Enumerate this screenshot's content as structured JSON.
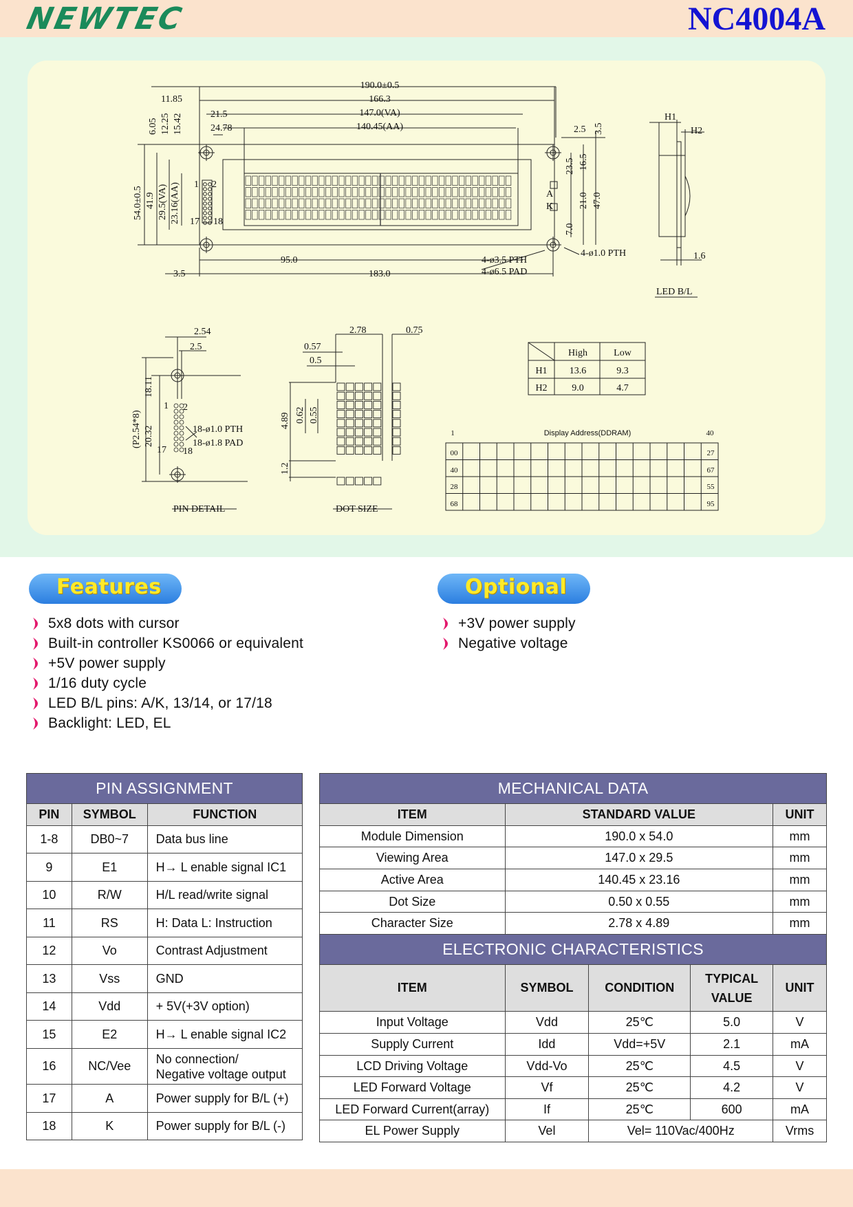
{
  "header": {
    "logo_text": "NEWTEC",
    "model": "NC4004A"
  },
  "drawing": {
    "outline_dims": {
      "overall_width": "190.0±0.5",
      "pcb_holes": "166.3",
      "viewing_area": "147.0(VA)",
      "active_area": "140.45(AA)",
      "left_11_85": "11.85",
      "left_21_5": "21.5",
      "left_24_78": "24.78",
      "v_6_05": "6.05",
      "v_12_25": "12.25",
      "v_15_42": "15.42",
      "height": "54.0±0.5",
      "h_41_9": "41.9",
      "h_va": "29.5(VA)",
      "h_aa": "23.16(AA)",
      "pin1": "1",
      "pin2": "2",
      "pin17": "17",
      "pin18": "18",
      "r_2_5": "2.5",
      "r_3_5": "3.5",
      "r_23_5": "23.5",
      "r_16_5": "16.5",
      "r_21_0": "21.0",
      "r_47_0": "47.0",
      "r_7_0": "7.0",
      "pin_a": "A",
      "pin_k": "K",
      "pth_hole": "4-ø1.0 PTH",
      "b_95": "95.0",
      "b_3_5": "3.5",
      "b_183": "183.0",
      "pth_mount": "4-ø3.5 PTH",
      "pad_mount": "4-ø6.5 PAD"
    },
    "side": {
      "h1": "H1",
      "h2": "H2",
      "t_1_6": "1.6",
      "caption": "LED B/L"
    },
    "pin_detail": {
      "d_2_54": "2.54",
      "d_2_5": "2.5",
      "d_18_11": "18.11",
      "d_20_32": "20.32",
      "pitch": "(P2.54*8)",
      "pin1": "1",
      "pin2": "2",
      "pin17": "17",
      "pin18": "18",
      "pth": "18-ø1.0 PTH",
      "pad": "18-ø1.8 PAD",
      "caption": "PIN DETAIL"
    },
    "dot_size": {
      "d_2_78": "2.78",
      "d_0_75": "0.75",
      "d_0_57": "0.57",
      "d_0_5": "0.5",
      "d_4_89": "4.89",
      "d_0_62": "0.62",
      "d_0_55": "0.55",
      "d_1_2": "1.2",
      "caption": "DOT SIZE"
    },
    "hl_table": {
      "head_high": "High",
      "head_low": "Low",
      "rows": [
        {
          "label": "H1",
          "high": "13.6",
          "low": "9.3"
        },
        {
          "label": "H2",
          "high": "9.0",
          "low": "4.7"
        }
      ]
    },
    "ddram": {
      "title": "Display Address(DDRAM)",
      "col_first": "1",
      "col_last": "40",
      "rows": [
        {
          "start": "00",
          "end": "27"
        },
        {
          "start": "40",
          "end": "67"
        },
        {
          "start": "28",
          "end": "55"
        },
        {
          "start": "68",
          "end": "95"
        }
      ]
    }
  },
  "features": {
    "title": "Features",
    "items": [
      "5x8 dots with cursor",
      "Built-in controller KS0066 or equivalent",
      "+5V power supply",
      "1/16 duty cycle",
      "LED B/L pins: A/K, 13/14, or 17/18",
      "Backlight: LED, EL"
    ]
  },
  "optional": {
    "title": "Optional",
    "items": [
      "+3V power supply",
      "Negative voltage"
    ]
  },
  "pin_assignment": {
    "title": "PIN ASSIGNMENT",
    "headers": [
      "PIN",
      "SYMBOL",
      "FUNCTION"
    ],
    "rows": [
      {
        "pin": "1-8",
        "symbol": "DB0~7",
        "function": "Data bus line"
      },
      {
        "pin": "9",
        "symbol": "E1",
        "function": "H→ L enable signal IC1"
      },
      {
        "pin": "10",
        "symbol": "R/W",
        "function": "H/L read/write signal"
      },
      {
        "pin": "11",
        "symbol": "RS",
        "function": "H: Data L: Instruction"
      },
      {
        "pin": "12",
        "symbol": "Vo",
        "function": "Contrast Adjustment"
      },
      {
        "pin": "13",
        "symbol": "Vss",
        "function": "GND"
      },
      {
        "pin": "14",
        "symbol": "Vdd",
        "function": "+ 5V(+3V option)"
      },
      {
        "pin": "15",
        "symbol": "E2",
        "function": "H→ L enable signal IC2"
      },
      {
        "pin": "16",
        "symbol": "NC/Vee",
        "function": "No connection/",
        "function2": "Negative voltage output"
      },
      {
        "pin": "17",
        "symbol": "A",
        "function": "Power supply for B/L (+)"
      },
      {
        "pin": "18",
        "symbol": "K",
        "function": "Power supply for B/L (-)"
      }
    ]
  },
  "mechanical": {
    "title": "MECHANICAL DATA",
    "headers": [
      "ITEM",
      "STANDARD VALUE",
      "UNIT"
    ],
    "rows": [
      {
        "item": "Module Dimension",
        "value": "190.0 x 54.0",
        "unit": "mm"
      },
      {
        "item": "Viewing Area",
        "value": "147.0 x 29.5",
        "unit": "mm"
      },
      {
        "item": "Active Area",
        "value": "140.45 x 23.16",
        "unit": "mm"
      },
      {
        "item": "Dot Size",
        "value": "0.50 x 0.55",
        "unit": "mm"
      },
      {
        "item": "Character Size",
        "value": "2.78 x 4.89",
        "unit": "mm"
      }
    ]
  },
  "electronic": {
    "title": "ELECTRONIC CHARACTERISTICS",
    "headers": {
      "item": "ITEM",
      "symbol": "SYMBOL",
      "condition": "CONDITION",
      "typical1": "TYPICAL",
      "typical2": "VALUE",
      "unit": "UNIT"
    },
    "rows": [
      {
        "item": "Input Voltage",
        "symbol": "Vdd",
        "condition": "25℃",
        "value": "5.0",
        "unit": "V"
      },
      {
        "item": "Supply Current",
        "symbol": "Idd",
        "condition": "Vdd=+5V",
        "value": "2.1",
        "unit": "mA"
      },
      {
        "item": "LCD Driving Voltage",
        "symbol": "Vdd-Vo",
        "condition": "25℃",
        "value": "4.5",
        "unit": "V"
      },
      {
        "item": "LED Forward Voltage",
        "symbol": "Vf",
        "condition": "25℃",
        "value": "4.2",
        "unit": "V"
      },
      {
        "item": "LED Forward Current(array)",
        "symbol": "If",
        "condition": "25℃",
        "value": "600",
        "unit": "mA"
      }
    ],
    "el_row": {
      "item": "EL Power Supply",
      "symbol": "Vel",
      "condition": "Vel= 110Vac/400Hz",
      "unit": "Vrms"
    }
  }
}
